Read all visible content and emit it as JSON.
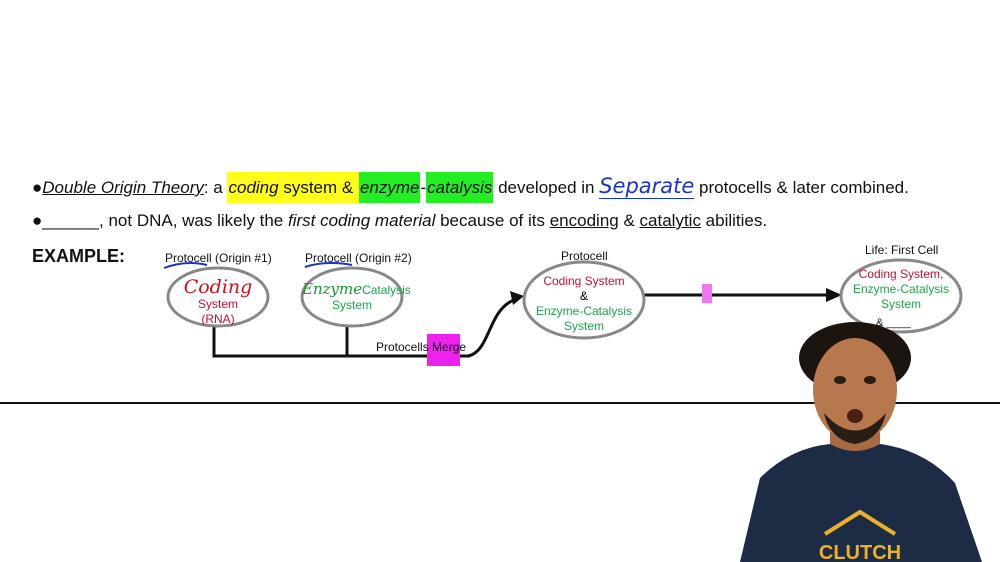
{
  "colors": {
    "highlight_yellow": "#ffff1a",
    "highlight_green": "#22ee22",
    "magenta": "#ee22ee",
    "red_text": "#c8102e",
    "green_text": "#1aa64a",
    "handwriting_blue": "#1a33c8"
  },
  "line1": {
    "bullet": "●",
    "term": "Double Origin Theory",
    "colon_a": ": a ",
    "coding": "coding",
    "system_amp": " system & ",
    "enzyme": "enzyme",
    "dash": "-",
    "catalysis": "catalysis",
    "developed_in": " developed in ",
    "handwritten": "Separate",
    "rest": " protocells & later combined."
  },
  "line2": {
    "bullet": "●",
    "blank": "______",
    "comma_not_dna": ", not DNA, was likely the ",
    "first_coding": "first coding material",
    "because": " because of its ",
    "encoding": "encoding",
    "amp": " & ",
    "catalytic": "catalytic",
    "abilities": " abilities."
  },
  "example_label": "EXAMPLE:",
  "diagram": {
    "p1_title": "Protocell (Origin #1)",
    "p1_hand": "Coding",
    "p1_system": "System",
    "p1_rna": "(RNA)",
    "p2_title": "Protocell (Origin #2)",
    "p2_hand": "Enzyme",
    "p2_catalysis": "Catalysis",
    "p2_system": "System",
    "merge_label_a": "Protocells ",
    "merge_label_b": "Merge",
    "p3_title": "Protocell",
    "p3_coding": "Coding System",
    "p3_amp": "&",
    "p3_enzyme": "Enzyme-Catalysis",
    "p3_system": "System",
    "p4_title": "Life: First Cell",
    "p4_coding": "Coding System,",
    "p4_enzyme": "Enzyme-Catalysis",
    "p4_system": "System",
    "p4_amp": "& ____"
  },
  "presenter": {
    "shirt_text": "CLUTCH"
  }
}
